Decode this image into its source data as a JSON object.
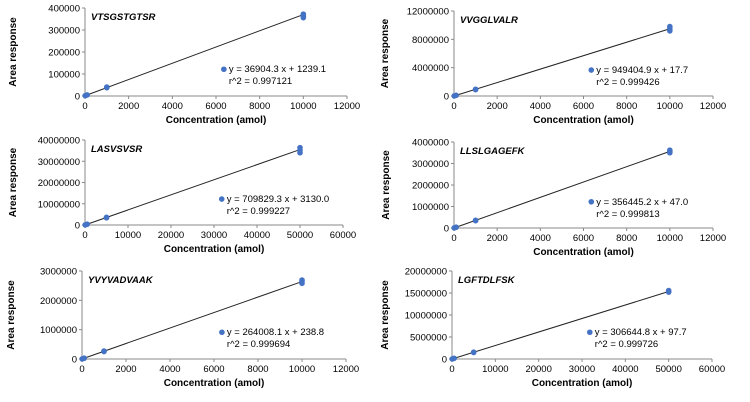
{
  "chart_data": [
    {
      "type": "scatter",
      "title": "VTSGSTGTSR",
      "xlabel": "Concentration (amol)",
      "ylabel": "Area response",
      "xlim": [
        0,
        12000
      ],
      "ylim": [
        0,
        400000
      ],
      "x_ticks": [
        "0",
        "2000",
        "4000",
        "6000",
        "8000",
        "10000",
        "12000"
      ],
      "y_ticks": [
        "0",
        "100000",
        "200000",
        "300000",
        "400000"
      ],
      "points": [
        [
          10,
          1600
        ],
        [
          100,
          4800
        ],
        [
          1000,
          40500
        ],
        [
          1000,
          38000
        ],
        [
          10000,
          360000
        ],
        [
          10000,
          366000
        ],
        [
          10000,
          372000
        ],
        [
          10000,
          356000
        ]
      ],
      "fit": {
        "slope": 36904.3,
        "intercept": 1239.1
      },
      "equation": "y = 36904.3 x + 1239.1",
      "r2": "r^2 = 0.997121",
      "grid": false,
      "legend": "right"
    },
    {
      "type": "scatter",
      "title": "VVGGLVALR",
      "xlabel": "Concentration (amol)",
      "ylabel": "Area response",
      "xlim": [
        0,
        12000
      ],
      "ylim": [
        0,
        12000000
      ],
      "x_ticks": [
        "0",
        "2000",
        "4000",
        "6000",
        "8000",
        "10000",
        "12000"
      ],
      "y_ticks": [
        "0",
        "4000000",
        "8000000",
        "12000000"
      ],
      "points": [
        [
          10,
          9500
        ],
        [
          100,
          95000
        ],
        [
          1000,
          950000
        ],
        [
          1000,
          900000
        ],
        [
          10000,
          9200000
        ],
        [
          10000,
          9500000
        ],
        [
          10000,
          9800000
        ]
      ],
      "fit": {
        "slope": 949404.9,
        "intercept": 17.7
      },
      "equation": "y = 949404.9 x + 17.7",
      "r2": "r^2 = 0.999426",
      "grid": false,
      "legend": "right"
    },
    {
      "type": "scatter",
      "title": "LASVSVSR",
      "xlabel": "Concentration (amol)",
      "ylabel": "Area response",
      "xlim": [
        0,
        60000
      ],
      "ylim": [
        0,
        40000000
      ],
      "x_ticks": [
        "0",
        "10000",
        "20000",
        "30000",
        "40000",
        "50000",
        "60000"
      ],
      "y_ticks": [
        "0",
        "10000000",
        "20000000",
        "30000000",
        "40000000"
      ],
      "points": [
        [
          50,
          40000
        ],
        [
          500,
          360000
        ],
        [
          5000,
          3600000
        ],
        [
          5000,
          3400000
        ],
        [
          50000,
          34000000
        ],
        [
          50000,
          35200000
        ],
        [
          50000,
          36400000
        ]
      ],
      "fit": {
        "slope": 709829.3,
        "intercept": 3130.0
      },
      "equation": "y = 709829.3 x + 3130.0",
      "r2": "r^2 = 0.999227",
      "grid": false,
      "legend": "right"
    },
    {
      "type": "scatter",
      "title": "LLSLGAGEFK",
      "xlabel": "Concentration (amol)",
      "ylabel": "Area response",
      "xlim": [
        0,
        12000
      ],
      "ylim": [
        0,
        4000000
      ],
      "x_ticks": [
        "0",
        "2000",
        "4000",
        "6000",
        "8000",
        "10000",
        "12000"
      ],
      "y_ticks": [
        "0",
        "1000000",
        "2000000",
        "3000000",
        "4000000"
      ],
      "points": [
        [
          10,
          4000
        ],
        [
          100,
          36000
        ],
        [
          1000,
          360000
        ],
        [
          1000,
          340000
        ],
        [
          10000,
          3500000
        ],
        [
          10000,
          3570000
        ],
        [
          10000,
          3620000
        ]
      ],
      "fit": {
        "slope": 356445.2,
        "intercept": 47.0
      },
      "equation": "y = 356445.2 x + 47.0",
      "r2": "r^2 = 0.999813",
      "grid": false,
      "legend": "right"
    },
    {
      "type": "scatter",
      "title": "YVYVADVAAK",
      "xlabel": "Concentration (amol)",
      "ylabel": "Area response",
      "xlim": [
        0,
        12000
      ],
      "ylim": [
        0,
        3000000
      ],
      "x_ticks": [
        "0",
        "2000",
        "4000",
        "6000",
        "8000",
        "10000",
        "12000"
      ],
      "y_ticks": [
        "0",
        "1000000",
        "2000000",
        "3000000"
      ],
      "points": [
        [
          10,
          3000
        ],
        [
          100,
          27000
        ],
        [
          1000,
          270000
        ],
        [
          1000,
          255000
        ],
        [
          10000,
          2580000
        ],
        [
          10000,
          2640000
        ],
        [
          10000,
          2690000
        ]
      ],
      "fit": {
        "slope": 264008.1,
        "intercept": 238.8
      },
      "equation": "y = 264008.1 x + 238.8",
      "r2": "r^2 = 0.999694",
      "grid": false,
      "legend": "right"
    },
    {
      "type": "scatter",
      "title": "LGFTDLFSK",
      "xlabel": "Concentration (amol)",
      "ylabel": "Area response",
      "xlim": [
        0,
        60000
      ],
      "ylim": [
        0,
        20000000
      ],
      "x_ticks": [
        "0",
        "10000",
        "20000",
        "30000",
        "40000",
        "50000",
        "60000"
      ],
      "y_ticks": [
        "0",
        "5000000",
        "10000000",
        "15000000",
        "20000000"
      ],
      "points": [
        [
          50,
          16000
        ],
        [
          500,
          155000
        ],
        [
          5000,
          1550000
        ],
        [
          5000,
          1480000
        ],
        [
          50000,
          15200000
        ],
        [
          50000,
          15400000
        ],
        [
          50000,
          15550000
        ]
      ],
      "fit": {
        "slope": 306644.8,
        "intercept": 97.7
      },
      "equation": "y = 306644.8 x + 97.7",
      "r2": "r^2 = 0.999726",
      "grid": false,
      "legend": "right"
    }
  ],
  "colors": {
    "points": "#4472C4",
    "fit_line": "#222222",
    "axis": "#888888",
    "text": "#000000"
  }
}
